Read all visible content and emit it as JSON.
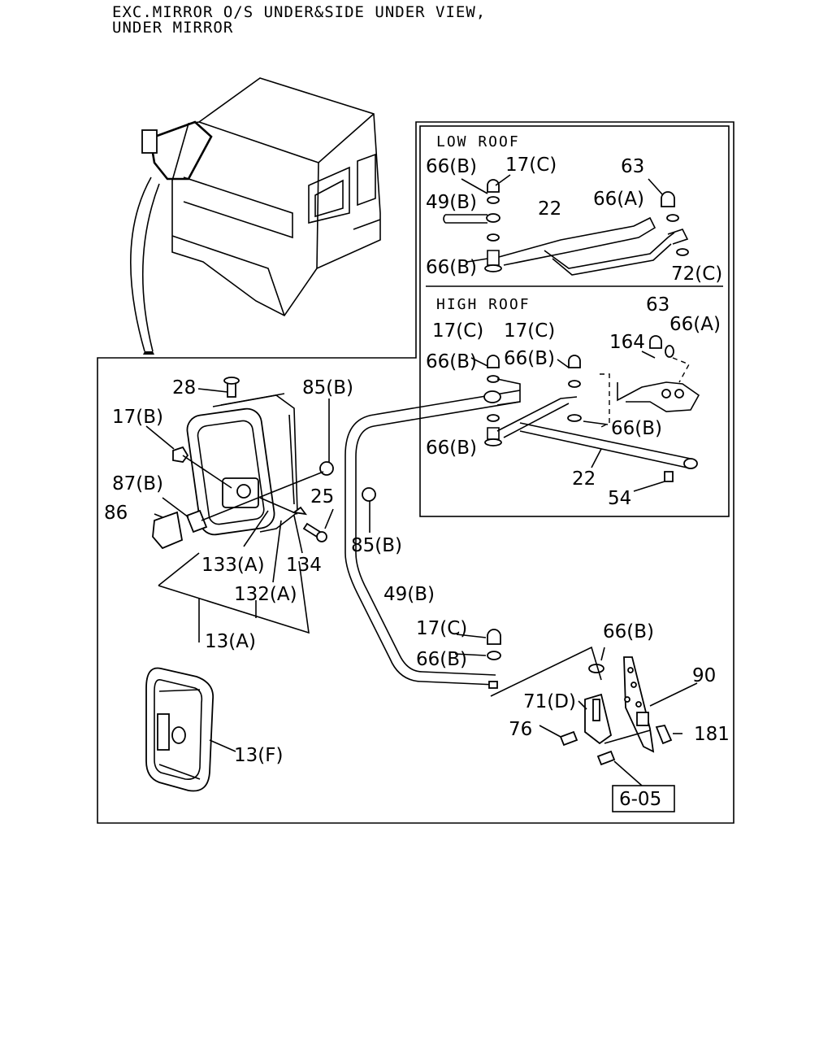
{
  "header": {
    "line1": "EXC.MIRROR O/S UNDER&SIDE UNDER VIEW,",
    "line2": "UNDER MIRROR"
  },
  "sections": {
    "low_roof": "LOW ROOF",
    "high_roof": "HIGH ROOF"
  },
  "labels": {
    "lr_66b_top": "66(B)",
    "lr_17c": "17(C)",
    "lr_63": "63",
    "lr_49b": "49(B)",
    "lr_22": "22",
    "lr_66a": "66(A)",
    "lr_66b_bot": "66(B)",
    "lr_72c": "72(C)",
    "hr_63": "63",
    "hr_17c_a": "17(C)",
    "hr_17c_b": "17(C)",
    "hr_66a": "66(A)",
    "hr_164": "164",
    "hr_66b_a": "66(B)",
    "hr_66b_b": "66(B)",
    "hr_66b_c": "66(B)",
    "hr_66b_d": "66(B)",
    "hr_22": "22",
    "hr_54": "54",
    "m_28": "28",
    "m_85b_top": "85(B)",
    "m_17b": "17(B)",
    "m_87b": "87(B)",
    "m_25": "25",
    "m_86": "86",
    "m_85b_mid": "85(B)",
    "m_133a": "133(A)",
    "m_134": "134",
    "m_132a": "132(A)",
    "m_13a": "13(A)",
    "m_49b": "49(B)",
    "m_17c": "17(C)",
    "m_66b_a": "66(B)",
    "m_66b_b": "66(B)",
    "m_90": "90",
    "m_71d": "71(D)",
    "m_76": "76",
    "m_181": "181",
    "m_13f": "13(F)",
    "m_ref": "6-05"
  }
}
